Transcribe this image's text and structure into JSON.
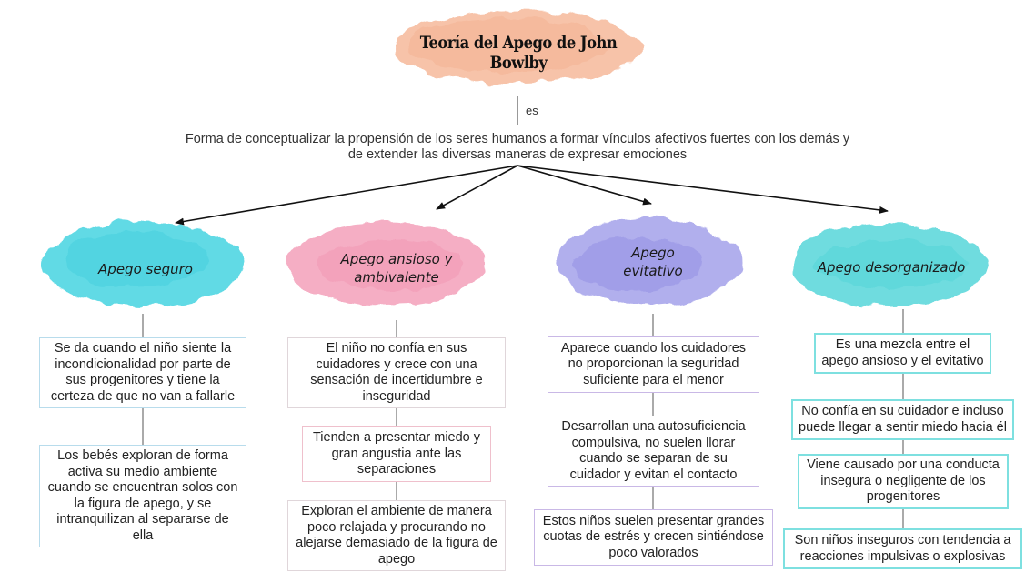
{
  "title": "Teoría del Apego de John Bowlby",
  "connector_label": "es",
  "definition": "Forma de conceptualizar la propensión de los seres humanos a formar vínculos afectivos fuertes con los demás y de extender las diversas maneras de expresar emociones",
  "colors": {
    "title_blob": "#f6b99a",
    "seguro": "#45d3e0",
    "ansioso": "#f39ab5",
    "evitativo": "#9e9be8",
    "desorganizado": "#55d6d9",
    "box_border_seguro": "#b8dcec",
    "box_border_ansioso": "#e0c4cf",
    "box_border_evitativo": "#c9b8e6",
    "box_border_desorganizado": "#7ee0e0"
  },
  "categories": [
    {
      "label": "Apego seguro",
      "items": [
        "Se da cuando el niño siente la incondicionalidad por parte de sus progenitores y tiene la certeza de que no van a fallarle",
        "Los bebés exploran de forma activa su medio ambiente cuando se encuentran solos con la figura de apego, y se intranquilizan al separarse de ella"
      ]
    },
    {
      "label": "Apego ansioso y ambivalente",
      "items": [
        "El niño no confía en sus cuidadores y crece con una sensación de incertidumbre e inseguridad",
        "Tienden a presentar miedo y gran angustia ante las separaciones",
        "Exploran el ambiente de manera poco relajada y procurando no alejarse demasiado de la figura de apego"
      ]
    },
    {
      "label": "Apego evitativo",
      "items": [
        "Aparece cuando los cuidadores no proporcionan la seguridad suficiente para el menor",
        "Desarrollan una autosuficiencia compulsiva, no suelen llorar cuando se separan de su cuidador y evitan el contacto",
        "Estos niños suelen presentar grandes cuotas de estrés y crecen sintiéndose poco valorados"
      ]
    },
    {
      "label": "Apego desorganizado",
      "items": [
        "Es una mezcla entre el apego ansioso y el evitativo",
        "No confía en su cuidador e incluso puede llegar a sentir miedo hacia él",
        "Viene causado por una conducta insegura o negligente de los progenitores",
        "Son niños inseguros con tendencia a reacciones impulsivas o explosivas"
      ]
    }
  ]
}
